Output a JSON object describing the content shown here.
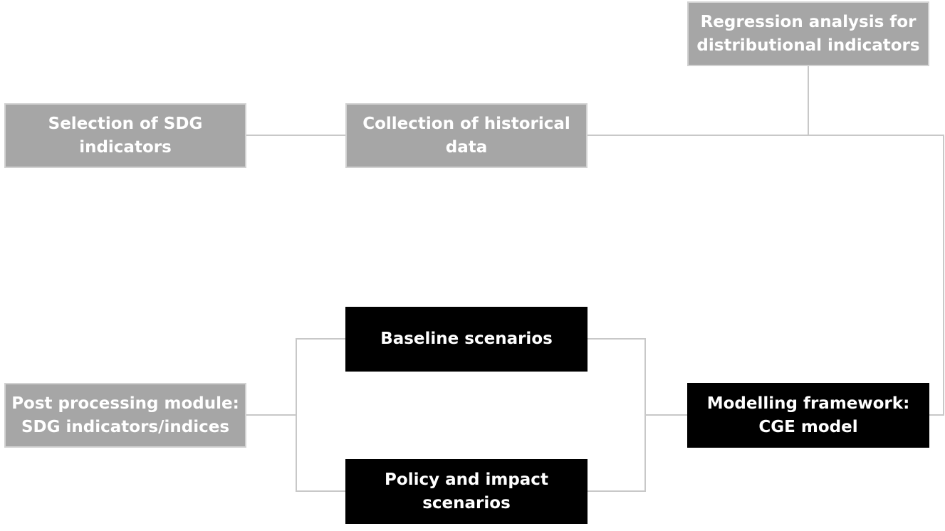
{
  "nodes": {
    "regression": {
      "line1": "Regression analysis for",
      "line2": "distributional indicators"
    },
    "selection": {
      "line1": "Selection of SDG",
      "line2": "indicators"
    },
    "collection": {
      "line1": "Collection of historical",
      "line2": "data"
    },
    "baseline": {
      "line1": "Baseline scenarios"
    },
    "postprocessing": {
      "line1": "Post processing module:",
      "line2": "SDG indicators/indices"
    },
    "modelling": {
      "line1": "Modelling framework:",
      "line2": "CGE model"
    },
    "policy": {
      "line1": "Policy and impact",
      "line2": "scenarios"
    }
  },
  "colors": {
    "gray_box": "#a6a6a6",
    "gray_border": "#d2d2d2",
    "dark_box": "#000000",
    "text": "#ffffff",
    "connector": "#c8c8c8"
  }
}
